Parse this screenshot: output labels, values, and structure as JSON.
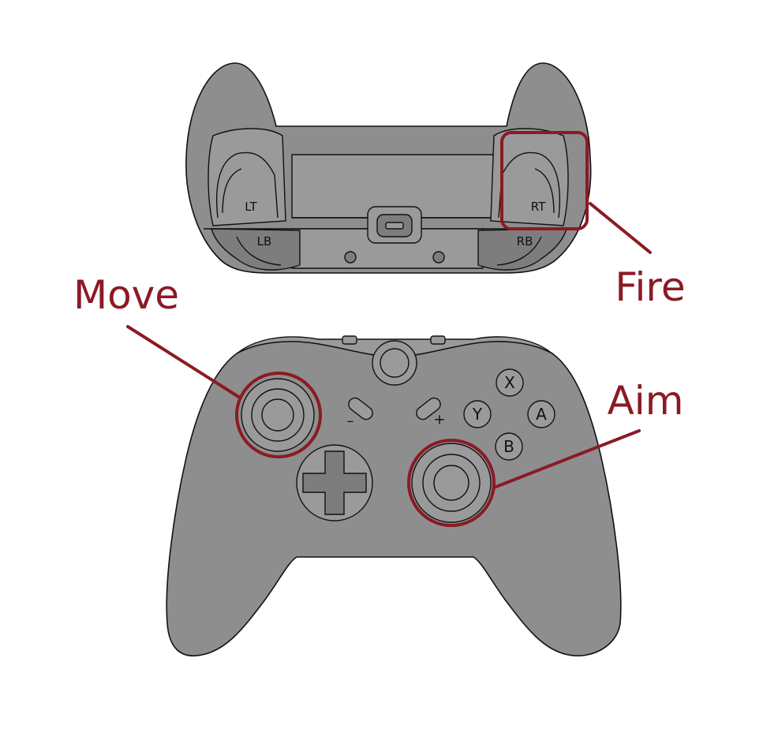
{
  "top_view": {
    "lt_label": "LT",
    "rt_label": "RT",
    "lb_label": "LB",
    "rb_label": "RB"
  },
  "front_view": {
    "x_label": "X",
    "y_label": "Y",
    "a_label": "A",
    "b_label": "B",
    "minus_label": "–",
    "plus_label": "+"
  },
  "annotations": {
    "fire": "Fire",
    "move": "Move",
    "aim": "Aim",
    "color": "#8b1a24"
  },
  "colors": {
    "controller_body": "#8e8e8e",
    "outline": "#111111"
  }
}
